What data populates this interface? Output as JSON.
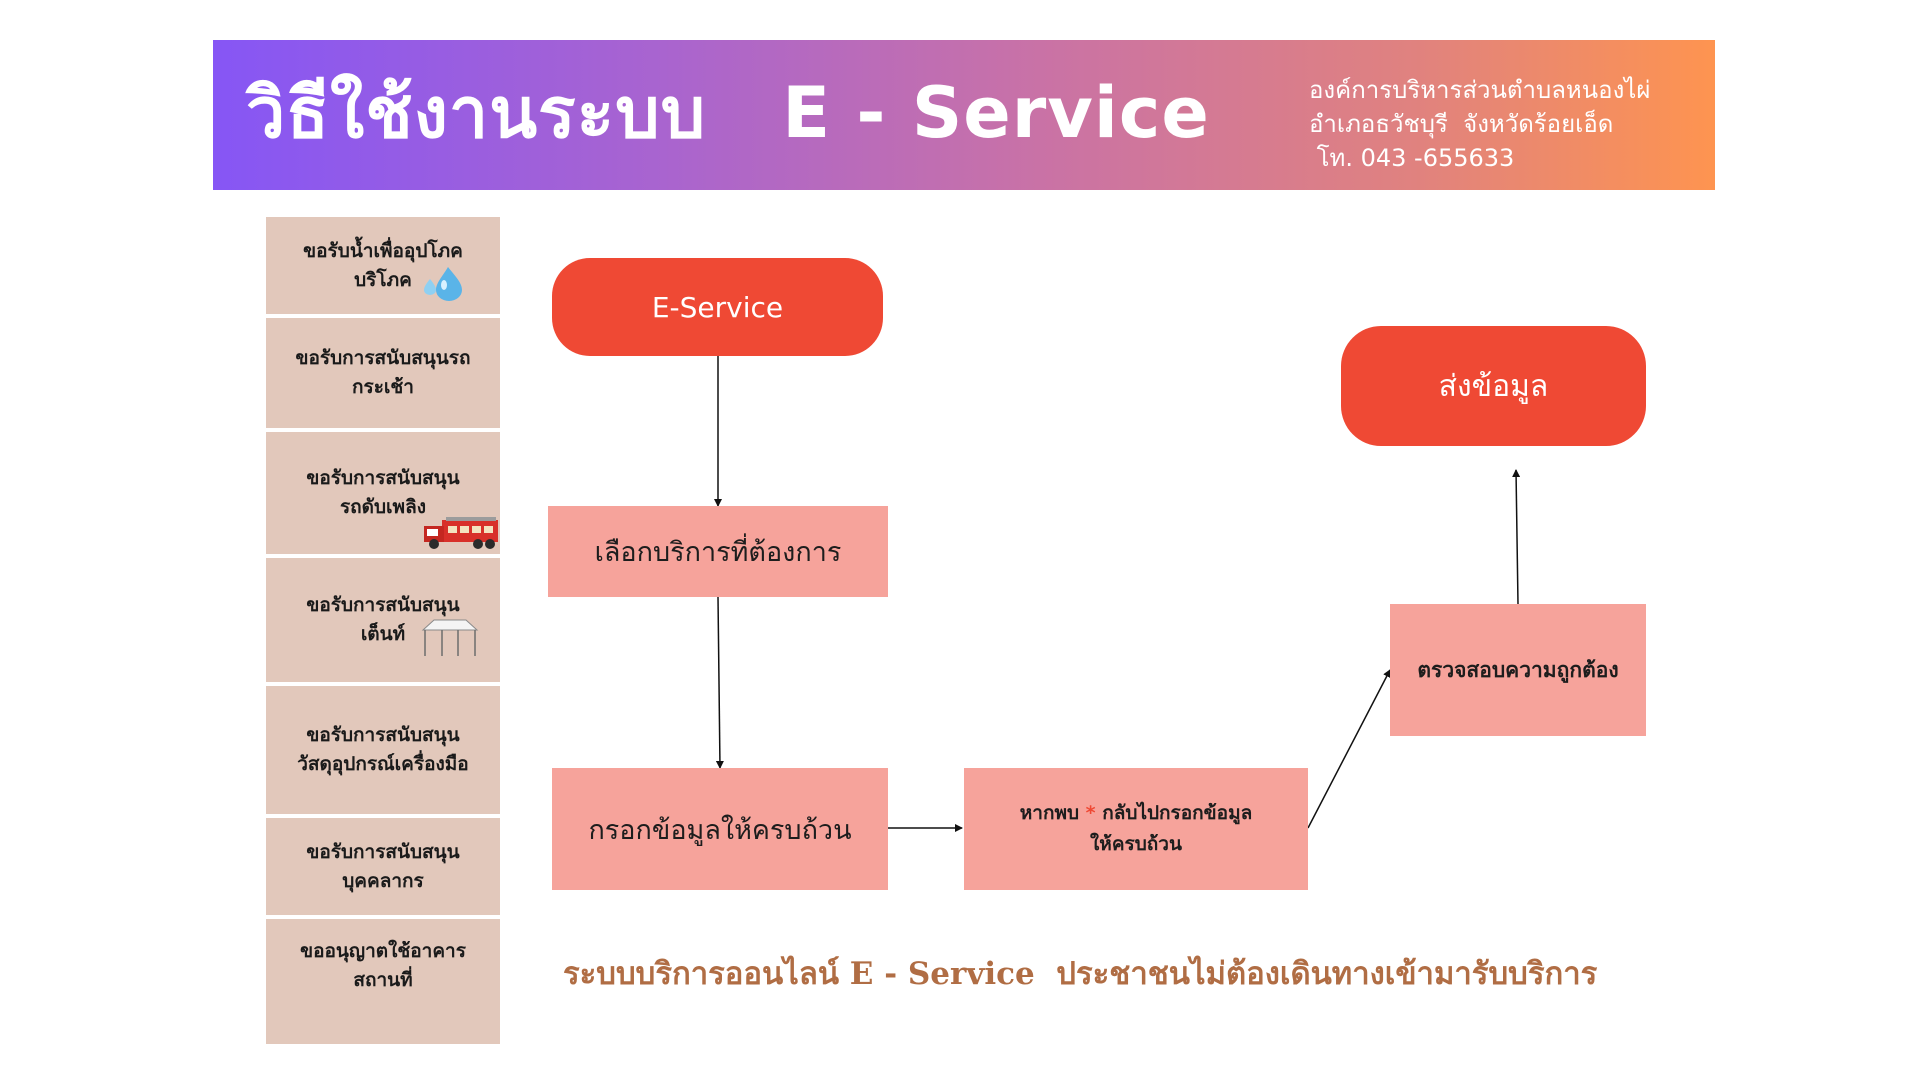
{
  "header": {
    "title": "วิธีใช้งานระบบ   E - Service",
    "org_lines": [
      "องค์การบริหารส่วนตำบลหนองไผ่",
      "อำเภอธวัชบุรี  จังหวัดร้อยเอ็ด",
      " โท. 043 -655633"
    ]
  },
  "sidebar": {
    "items": [
      {
        "label": "ขอรับน้ำเพื่ออุปโภค\nบริโภค",
        "icon": "water-drop-icon"
      },
      {
        "label": "ขอรับการสนับสนุนรถ\nกระเช้า",
        "icon": ""
      },
      {
        "label": "ขอรับการสนับสนุน\nรถดับเพลิง",
        "icon": "fire-truck-icon"
      },
      {
        "label": "ขอรับการสนับสนุน\nเต็นท์",
        "icon": "tent-icon"
      },
      {
        "label": "ขอรับการสนับสนุน\nวัสดุอุปกรณ์เครื่องมือ",
        "icon": ""
      },
      {
        "label": "ขอรับการสนับสนุน\nบุคคลากร",
        "icon": ""
      },
      {
        "label": "ขออนุญาตใช้อาคาร\nสถานที่",
        "icon": ""
      }
    ]
  },
  "flow": {
    "start": "E-Service",
    "select": "เลือกบริการที่ต้องการ",
    "fill": "กรอกข้อมูลให้ครบถ้วน",
    "if_found_prefix": "หากพบ",
    "asterisk": "*",
    "if_found_suffix": "กลับไปกรอกข้อมูล",
    "if_found_line2": "ให้ครบถ้วน",
    "verify": "ตรวจสอบความถูกต้อง",
    "submit": "ส่งข้อมูล"
  },
  "footer": {
    "text": "ระบบบริการออนไลน์ E - Service  ประชาชนไม่ต้องเดินทางเข้ามารับบริการ"
  },
  "colors": {
    "red_node": "#ef4934",
    "pink_node": "#f6a39b",
    "sidebar_bg": "#e2c8bb",
    "footer_text": "#b06d44",
    "asterisk": "#ef4934"
  }
}
